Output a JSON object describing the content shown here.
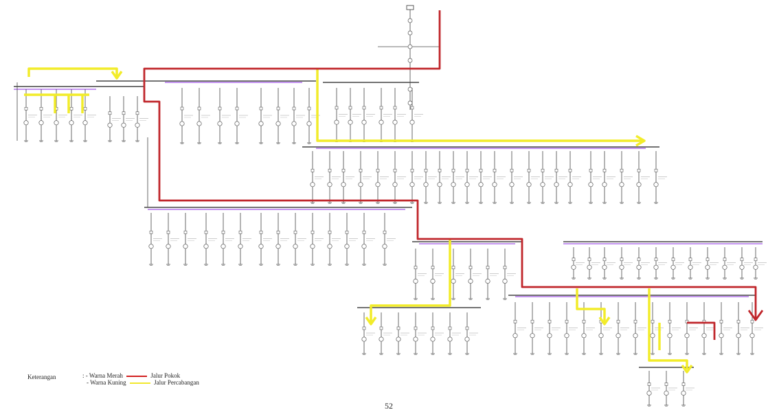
{
  "diagram": {
    "legend": {
      "title": "Keterangan",
      "items": [
        {
          "marker": ": - Warna Merah",
          "color": "#d21e1e",
          "label": "Jalur Pokok"
        },
        {
          "marker": "- Warna Kuning",
          "color": "#f2e72e",
          "label": "Jalur Percabangan"
        }
      ]
    },
    "page_number": "52",
    "colors": {
      "main_path": "#c0262b",
      "branch_path": "#f2ec2a",
      "network_lines": "#444444",
      "bus_accent": "#8a2be2"
    }
  }
}
